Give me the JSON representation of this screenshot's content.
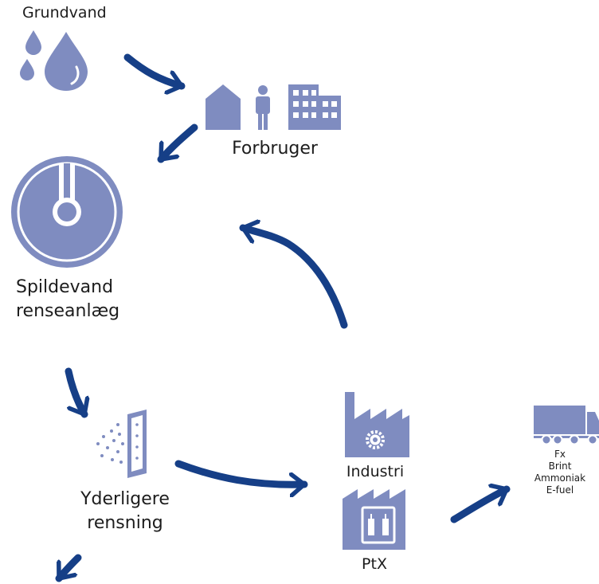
{
  "nodes": {
    "grundvand": {
      "label": "Grundvand",
      "icon": "water-drops-icon"
    },
    "forbruger": {
      "label": "Forbruger",
      "icons": [
        "house-icon",
        "person-icon",
        "office-building-icon"
      ]
    },
    "spildevand": {
      "lines": [
        "Spildevand",
        "renseanlæg"
      ],
      "icon": "wastewater-plant-icon"
    },
    "yderligere": {
      "lines": [
        "Yderligere",
        "rensning"
      ],
      "icon": "filter-icon"
    },
    "industri": {
      "label": "Industri",
      "icon": "factory-gear-icon"
    },
    "ptx": {
      "label": "PtX",
      "icon": "factory-ptx-icon"
    },
    "truck": {
      "lines": [
        "Fx",
        "Brint",
        "Ammoniak",
        "E-fuel"
      ],
      "icon": "truck-icon"
    }
  },
  "colors": {
    "icon": "#7f8cc0",
    "arrow": "#163f87",
    "text": "#1d1d1d"
  }
}
